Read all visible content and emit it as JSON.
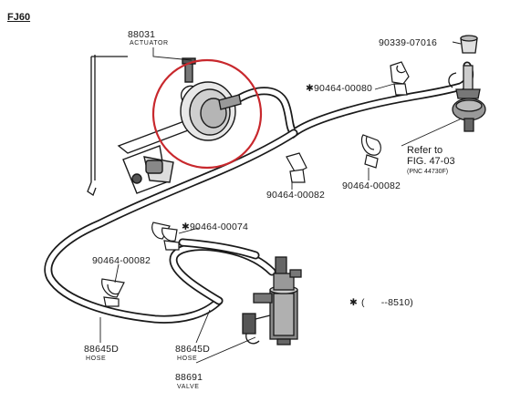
{
  "header": {
    "model": "FJ60"
  },
  "parts": {
    "actuator": {
      "number": "88031",
      "name": "ACTUATOR"
    },
    "cap": {
      "number": "90339-07016"
    },
    "clip_top_right": {
      "mark": "✱",
      "number": "90464-00080"
    },
    "clip_mid_left": {
      "number": "90464-00082"
    },
    "clip_mid_right": {
      "number": "90464-00082"
    },
    "clip_center": {
      "mark": "✱",
      "number": "90464-00074"
    },
    "clip_lower_left": {
      "number": "90464-00082"
    },
    "hose_left": {
      "number": "88645D",
      "name": "HOSE"
    },
    "hose_right": {
      "number": "88645D",
      "name": "HOSE"
    },
    "valve": {
      "number": "88691",
      "name": "VALVE"
    }
  },
  "reference": {
    "line1": "Refer to",
    "line2": "FIG. 47-03",
    "line3": "(PNC 44730F)"
  },
  "footnote": {
    "mark": "✱",
    "open": "(",
    "range": "--8510)"
  },
  "highlight": {
    "color": "#c8282d"
  }
}
